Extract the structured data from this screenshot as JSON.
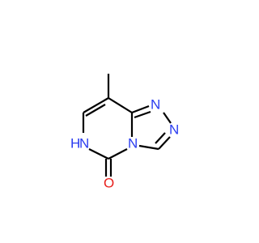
{
  "molecule": {
    "atoms": {
      "n1": {
        "element": "N",
        "label": "N"
      },
      "n2": {
        "element": "N",
        "label": "N"
      },
      "n4": {
        "element": "N",
        "label": "N"
      },
      "nh": {
        "element": "N",
        "label": "N"
      },
      "h": {
        "element": "H",
        "label": "H"
      },
      "o": {
        "element": "O",
        "label": "O"
      }
    },
    "colors": {
      "carbon": "#000000",
      "nitrogen": "#2a3cf0",
      "oxygen": "#e8201c"
    }
  }
}
